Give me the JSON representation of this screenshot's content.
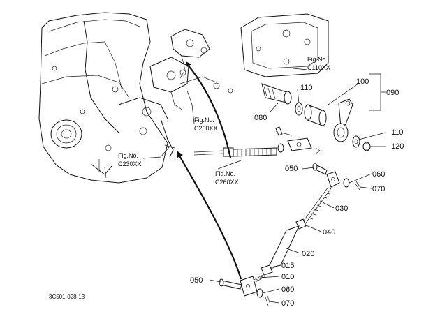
{
  "drawing_code": "3C501-028-13",
  "fig_refs": {
    "c110": {
      "fig": "Fig.No.",
      "code": "C110XX"
    },
    "c260_upper": {
      "fig": "Fig.No.",
      "code": "C260XX"
    },
    "c260_lower": {
      "fig": "Fig.No.",
      "code": "C260XX"
    },
    "c230": {
      "fig": "Fig.No.",
      "code": "C230XX"
    }
  },
  "parts": {
    "p090": "090",
    "p100": "100",
    "p110_top": "110",
    "p110_right": "110",
    "p120": "120",
    "p080": "080",
    "p050_upper": "050",
    "p060_upper": "060",
    "p070_upper": "070",
    "p030": "030",
    "p040": "040",
    "p020": "020",
    "p015": "015",
    "p010": "010",
    "p050_lower": "050",
    "p060_lower": "060",
    "p070_lower": "070"
  }
}
